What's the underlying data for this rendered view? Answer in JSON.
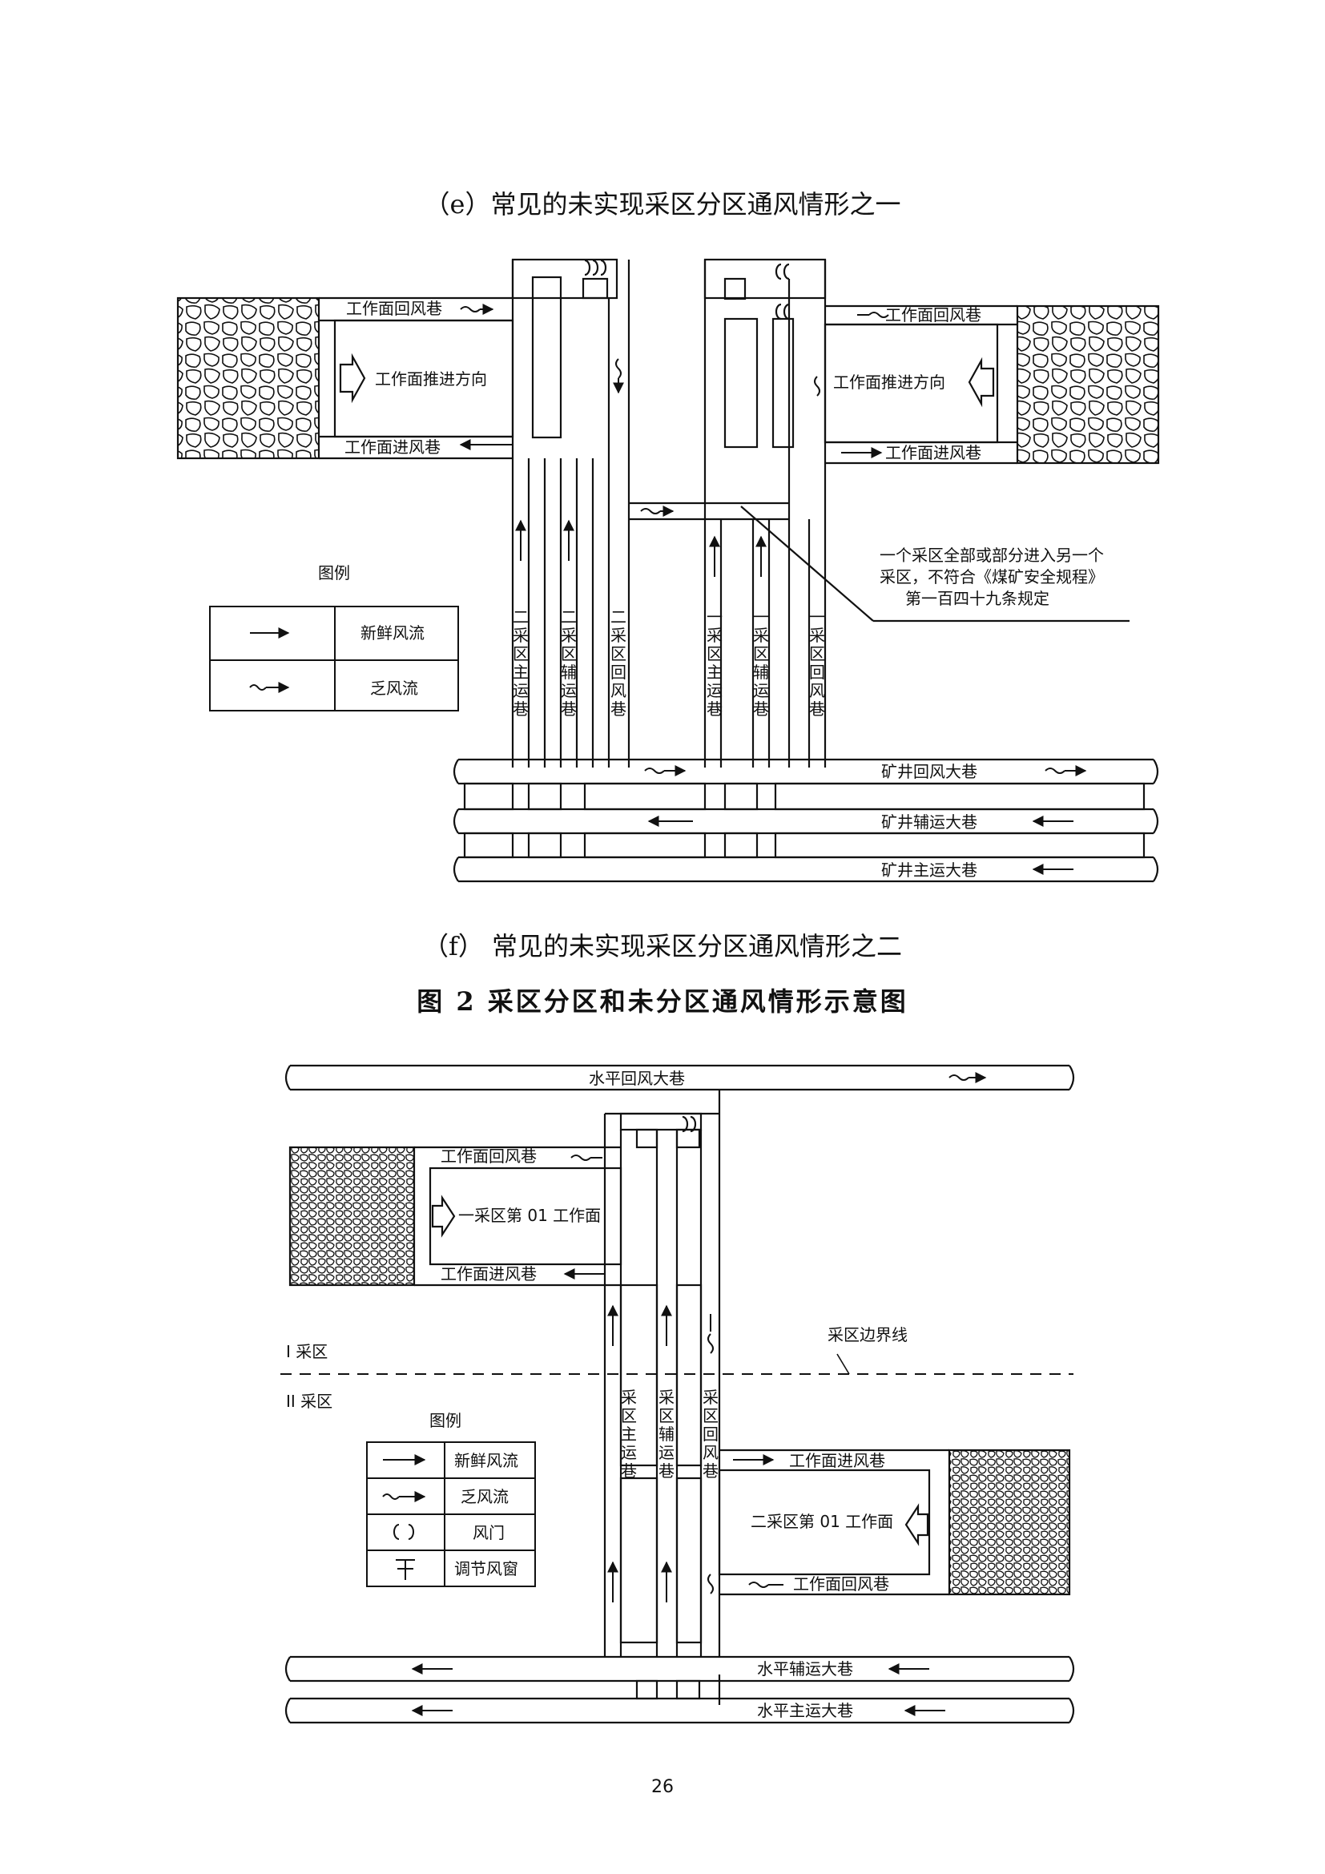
{
  "captions": {
    "e": "（e）常见的未实现采区分区通风情形之一",
    "f": "（f） 常见的未实现采区分区通风情形之二",
    "figure_title": "图 2   采区分区和未分区通风情形示意图"
  },
  "page_number": "26",
  "diagram_e": {
    "left_return": "工作面回风巷",
    "left_advance": "工作面推进方向",
    "left_intake": "工作面进风巷",
    "right_return": "工作面回风巷",
    "right_advance": "工作面推进方向",
    "right_intake": "工作面进风巷",
    "note_lines": [
      "一个采区全部或部分进入另一个",
      "采区，不符合《煤矿安全规程》",
      "第一百四十九条规定"
    ],
    "roadways": [
      {
        "id": "zone2-main",
        "chars": [
          "二",
          "采",
          "区",
          "主",
          "运",
          "巷"
        ]
      },
      {
        "id": "zone2-aux",
        "chars": [
          "二",
          "采",
          "区",
          "辅",
          "运",
          "巷"
        ]
      },
      {
        "id": "zone2-return",
        "chars": [
          "二",
          "采",
          "区",
          "回",
          "风",
          "巷"
        ]
      },
      {
        "id": "zone1-main",
        "chars": [
          "一",
          "采",
          "区",
          "主",
          "运",
          "巷"
        ]
      },
      {
        "id": "zone1-aux",
        "chars": [
          "一",
          "采",
          "区",
          "辅",
          "运",
          "巷"
        ]
      },
      {
        "id": "zone1-return",
        "chars": [
          "一",
          "采",
          "区",
          "回",
          "风",
          "巷"
        ]
      }
    ],
    "mine_return": "矿井回风大巷",
    "mine_aux": "矿井辅运大巷",
    "mine_main": "矿井主运大巷",
    "legend": {
      "title": "图例",
      "fresh": "新鲜风流",
      "stale": "乏风流"
    }
  },
  "diagram_f": {
    "level_return": "水平回风大巷",
    "face_return": "工作面回风巷",
    "face1": "一采区第 01 工作面",
    "face_intake": "工作面进风巷",
    "zone1": "I 采区",
    "zone2": "II 采区",
    "boundary": "采区边界线",
    "roadways": [
      {
        "id": "main",
        "chars": [
          "采",
          "区",
          "主",
          "运",
          "巷"
        ]
      },
      {
        "id": "aux",
        "chars": [
          "采",
          "区",
          "辅",
          "运",
          "巷"
        ]
      },
      {
        "id": "return",
        "chars": [
          "采",
          "区",
          "回",
          "风",
          "巷"
        ]
      }
    ],
    "face2_intake": "工作面进风巷",
    "face2": "二采区第 01 工作面",
    "face2_return": "工作面回风巷",
    "level_aux": "水平辅运大巷",
    "level_main": "水平主运大巷",
    "legend": {
      "title": "图例",
      "fresh": "新鲜风流",
      "stale": "乏风流",
      "door": "风门",
      "regulator": "调节风窗"
    }
  }
}
